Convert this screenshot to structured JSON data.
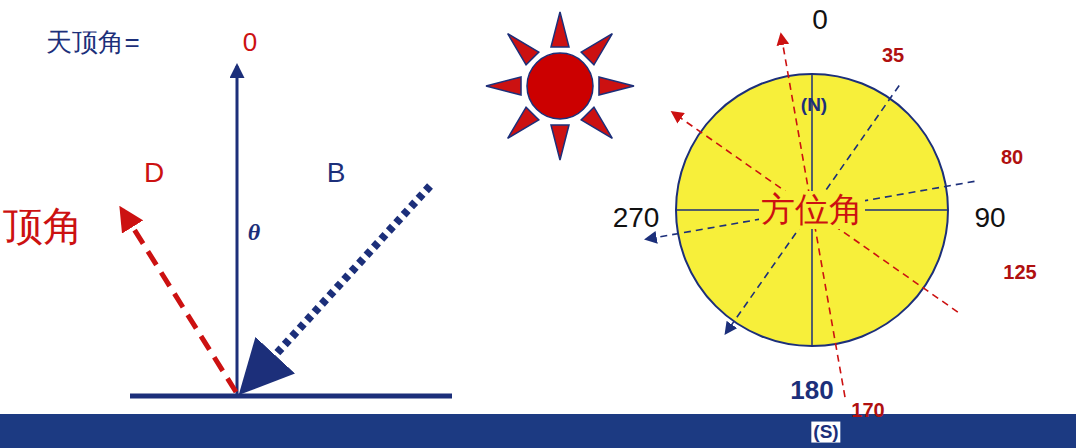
{
  "diagram": {
    "nodes": [
      {
        "text": [
          "方位角"
        ]
      }
    ],
    "labels": [
      "天顶角=",
      "0",
      "顶角",
      "D",
      "B",
      "θ",
      "0",
      "(N)",
      "270",
      "90",
      "180",
      "(S)",
      "35",
      "80",
      "125",
      "170"
    ]
  }
}
